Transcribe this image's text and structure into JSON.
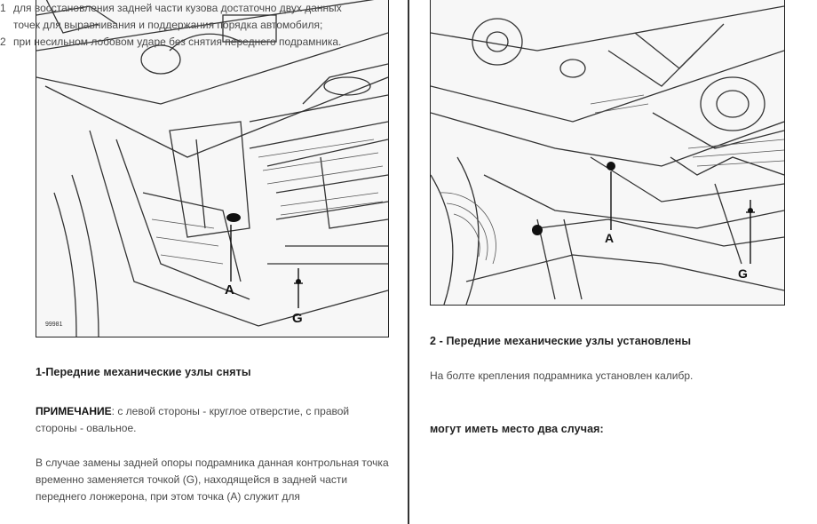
{
  "figures": {
    "left": {
      "callout_a": "A",
      "callout_g": "G",
      "code": "99981"
    },
    "right": {
      "callout_a": "A",
      "callout_g": "G"
    }
  },
  "left_column": {
    "heading": "1-Передние механические узлы сняты",
    "note_label": "ПРИМЕЧАНИЕ",
    "note_text": ": с левой стороны - круглое отверстие, с правой стороны - овальное.",
    "paragraph": "В случае замены задней опоры подрамника данная контрольная точка временно заменяется точкой (G), находящейся в задней части переднего лонжерона, при этом точка (A) служит для"
  },
  "right_column": {
    "heading": "2 - Передние механические узлы установлены",
    "paragraph": "На болте крепления подрамника установлен калибр.",
    "subheading": "могут иметь место два случая:",
    "list": [
      {
        "num": "1",
        "text": "для восстановления задней части кузова достаточно двух данных точек для выравнивания и поддержания порядка автомобиля;"
      },
      {
        "num": "2",
        "text": "при несильном лобовом ударе без снятия переднего подрамника."
      }
    ]
  }
}
